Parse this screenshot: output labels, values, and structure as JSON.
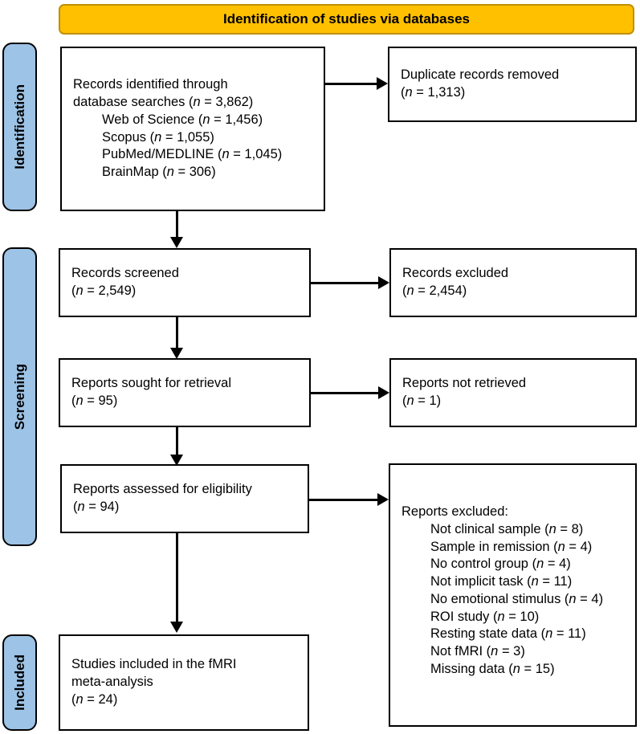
{
  "diagram": {
    "type": "prisma-flow-diagram",
    "banner": {
      "label": "Identification of studies via databases",
      "color": "#FFC000"
    },
    "stage_bars": [
      {
        "id": "identification",
        "label": "Identification",
        "color": "#9DC3E6"
      },
      {
        "id": "screening",
        "label": "Screening",
        "color": "#9DC3E6"
      },
      {
        "id": "included",
        "label": "Included",
        "color": "#9DC3E6"
      }
    ],
    "boxes": {
      "records_identified": {
        "title_line1": "Records identified through",
        "title_line2_text": "database searches (",
        "title_line2_n": "n",
        "title_line2_val": " = 3,862)",
        "sources": [
          {
            "name": "Web of Science (",
            "n": "n",
            "value": " = 1,456)"
          },
          {
            "name": "Scopus (",
            "n": "n",
            "value": " = 1,055)"
          },
          {
            "name": "PubMed/MEDLINE (",
            "n": "n",
            "value": " = 1,045)"
          },
          {
            "name": "BrainMap (",
            "n": "n",
            "value": " = 306)"
          }
        ]
      },
      "duplicates_removed": {
        "line1": "Duplicate records removed",
        "n": "n",
        "count": " = 1,313)"
      },
      "records_screened": {
        "line1": "Records screened",
        "n": "n",
        "count": " = 2,549)"
      },
      "records_excluded": {
        "line1": "Records excluded",
        "n": "n",
        "count": " = 2,454)"
      },
      "reports_sought": {
        "line1": "Reports sought for retrieval",
        "n": "n",
        "count": " = 95)"
      },
      "reports_not_retrieved": {
        "line1": "Reports not retrieved",
        "n": "n",
        "count": " = 1)"
      },
      "reports_assessed": {
        "line1": "Reports assessed for eligibility",
        "n": "n",
        "count": " = 94)"
      },
      "reports_excluded": {
        "heading": "Reports excluded:",
        "reasons": [
          {
            "label": "Not clinical sample (",
            "n": "n",
            "value": " = 8)"
          },
          {
            "label": "Sample in remission (",
            "n": "n",
            "value": " = 4)"
          },
          {
            "label": "No control group (",
            "n": "n",
            "value": " = 4)"
          },
          {
            "label": "Not implicit task (",
            "n": "n",
            "value": " = 11)"
          },
          {
            "label": "No emotional stimulus (",
            "n": "n",
            "value": " = 4)"
          },
          {
            "label": "ROI study (",
            "n": "n",
            "value": " = 10)"
          },
          {
            "label": "Resting state data (",
            "n": "n",
            "value": " = 11)"
          },
          {
            "label": "Not fMRI (",
            "n": "n",
            "value": " = 3)"
          },
          {
            "label": "Missing data (",
            "n": "n",
            "value": " = 15)"
          }
        ]
      },
      "studies_included": {
        "line1": "Studies included in the fMRI",
        "line2": "meta-analysis",
        "n": "n",
        "count": " = 24)"
      }
    }
  }
}
